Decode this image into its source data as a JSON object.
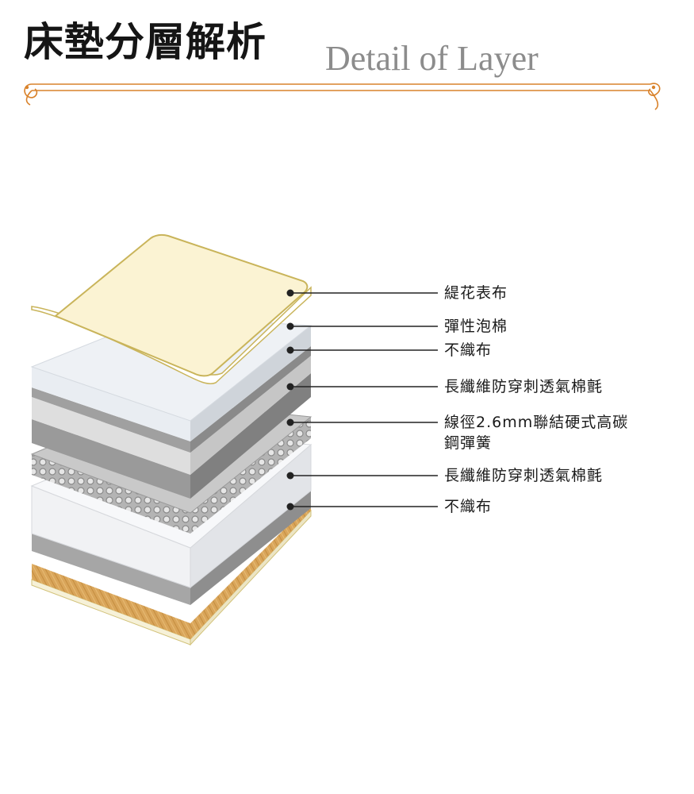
{
  "header": {
    "title_zh": "床墊分層解析",
    "title_en": "Detail of Layer"
  },
  "layers": [
    {
      "label_lines": [
        "緹花表布"
      ],
      "material": "jacquard-fabric"
    },
    {
      "label_lines": [
        "彈性泡棉"
      ],
      "material": "elastic-foam"
    },
    {
      "label_lines": [
        "不織布"
      ],
      "material": "non-woven-fabric"
    },
    {
      "label_lines": [
        "長纖維防穿刺透氣棉氈"
      ],
      "material": "felt-pad"
    },
    {
      "label_lines": [
        "線徑2.6mm聯結硬式高碳",
        "鋼彈簧"
      ],
      "material": "spring-unit"
    },
    {
      "label_lines": [
        "長纖維防穿刺透氣棉氈"
      ],
      "material": "felt-pad"
    },
    {
      "label_lines": [
        "不織布"
      ],
      "material": "non-woven-fabric"
    }
  ],
  "colors": {
    "title": "#151515",
    "subtitle": "#8c8c8c",
    "rule": "#d9822b",
    "jacquard": "#fbf3d3",
    "jacquard_border": "#c9b45a",
    "foam": "#eaeef3",
    "gray_dark": "#8a8a8a",
    "gray_mid": "#b4b4b4",
    "wood": "#d9a55a"
  }
}
